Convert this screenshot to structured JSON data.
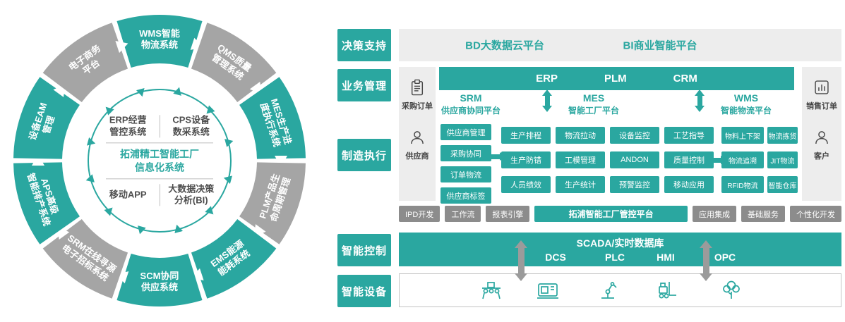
{
  "colors": {
    "teal": "#2aa7a0",
    "gray": "#a5a5a5",
    "box_gray": "#8c8c8c",
    "strip": "#ededed",
    "dark": "#4d4d4d"
  },
  "donut": {
    "segments": [
      {
        "lines": [
          "WMS智能",
          "物流系统"
        ],
        "color": "teal"
      },
      {
        "lines": [
          "QMS质量",
          "管理系统"
        ],
        "color": "gray"
      },
      {
        "lines": [
          "MES生产进",
          "度执行系统"
        ],
        "color": "teal"
      },
      {
        "lines": [
          "PLM产品生",
          "命周期管理"
        ],
        "color": "gray"
      },
      {
        "lines": [
          "EMS能源",
          "能耗系统"
        ],
        "color": "teal"
      },
      {
        "lines": [
          "SCM协同",
          "供应系统"
        ],
        "color": "teal"
      },
      {
        "lines": [
          "SRM在线寻源",
          "电子招标系统"
        ],
        "color": "gray"
      },
      {
        "lines": [
          "APS高级",
          "智能排产系统"
        ],
        "color": "teal"
      },
      {
        "lines": [
          "设备EAM",
          "管理"
        ],
        "color": "teal"
      },
      {
        "lines": [
          "电子商务",
          "平台"
        ],
        "color": "gray"
      }
    ],
    "center": {
      "tl1": "ERP经营",
      "tl2": "管控系统",
      "tr1": "CPS设备",
      "tr2": "数采系统",
      "t1": "拓浦精工智能工厂",
      "t2": "信息化系统",
      "bl": "移动APP",
      "br1": "大数据决策",
      "br2": "分析(BI)"
    }
  },
  "right": {
    "row_labels": [
      "决策支持",
      "业务管理",
      "制造执行",
      "智能控制",
      "智能设备"
    ],
    "decision": {
      "bd": "BD大数据云平台",
      "bi": "BI商业智能平台"
    },
    "left_strip": {
      "purchase_label": "采购订单",
      "supplier_label": "供应商"
    },
    "right_strip": {
      "sales_label": "销售订单",
      "customer_label": "客户"
    },
    "erp_bar": [
      "ERP",
      "PLM",
      "CRM"
    ],
    "platforms": [
      {
        "l1": "SRM",
        "l2": "供应商协同平台"
      },
      {
        "l1": "MES",
        "l2": "智能工厂平台"
      },
      {
        "l1": "WMS",
        "l2": "智能物流平台"
      }
    ],
    "srm_boxes": [
      "供应商管理",
      "采购协同",
      "订单物流",
      "供应商标签"
    ],
    "mes_boxes": [
      "生产排程",
      "物流拉动",
      "设备监控",
      "工艺指导",
      "生产防错",
      "工模管理",
      "ANDON",
      "质量控制",
      "人员绩效",
      "生产统计",
      "预警监控",
      "移动应用"
    ],
    "wms_boxes": [
      "物料上下架",
      "物流拣货",
      "物流追溯",
      "JIT物流",
      "RFID物流",
      "智能仓库"
    ],
    "service_row": [
      {
        "label": "IPD开发",
        "variant": "gray"
      },
      {
        "label": "工作流",
        "variant": "gray"
      },
      {
        "label": "报表引擎",
        "variant": "gray"
      },
      {
        "label": "拓浦智能工厂管控平台",
        "variant": "teal"
      },
      {
        "label": "应用集成",
        "variant": "gray"
      },
      {
        "label": "基础服务",
        "variant": "gray"
      },
      {
        "label": "个性化开发",
        "variant": "gray"
      }
    ],
    "scada": {
      "title": "SCADA/实时数据库",
      "items": [
        "DCS",
        "PLC",
        "HMI",
        "OPC"
      ]
    },
    "devices": [
      "workbench-icon",
      "cnc-machine-icon",
      "robot-arm-icon",
      "forklift-icon",
      "tree-icon"
    ]
  }
}
